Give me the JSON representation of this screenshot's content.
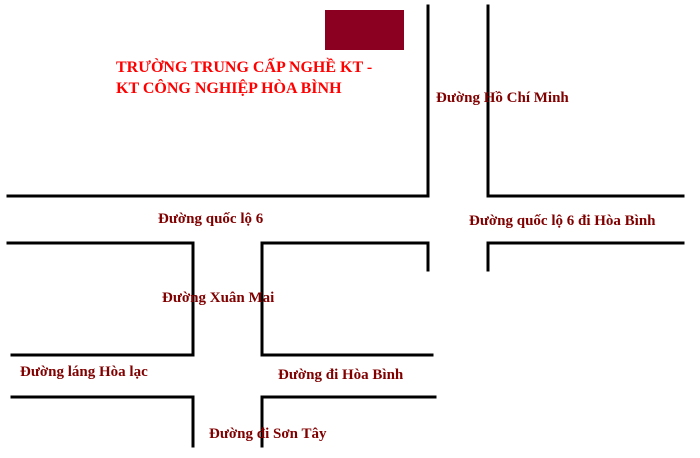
{
  "colors": {
    "background": "#ffffff",
    "road_line": "#000000",
    "label": "#800000",
    "title": "#ff0000",
    "marker": "#8b0021"
  },
  "school": {
    "name_line1": "TRƯỜNG TRUNG CẤP NGHỀ KT -",
    "name_line2": "KT CÔNG NGHIỆP HÒA BÌNH"
  },
  "roads": {
    "ho_chi_minh": "Đường Hồ Chí Minh",
    "quoc_lo_6": "Đường quốc lộ 6",
    "quoc_lo_6_hoa_binh": "Đường quốc lộ 6 đi Hòa Bình",
    "xuan_mai": "Đường Xuân Mai",
    "lang_hoa_lac": "Đường láng Hòa lạc",
    "di_hoa_binh": "Đường đi Hòa Bình",
    "di_son_tay": "Đường đi Sơn Tây"
  }
}
